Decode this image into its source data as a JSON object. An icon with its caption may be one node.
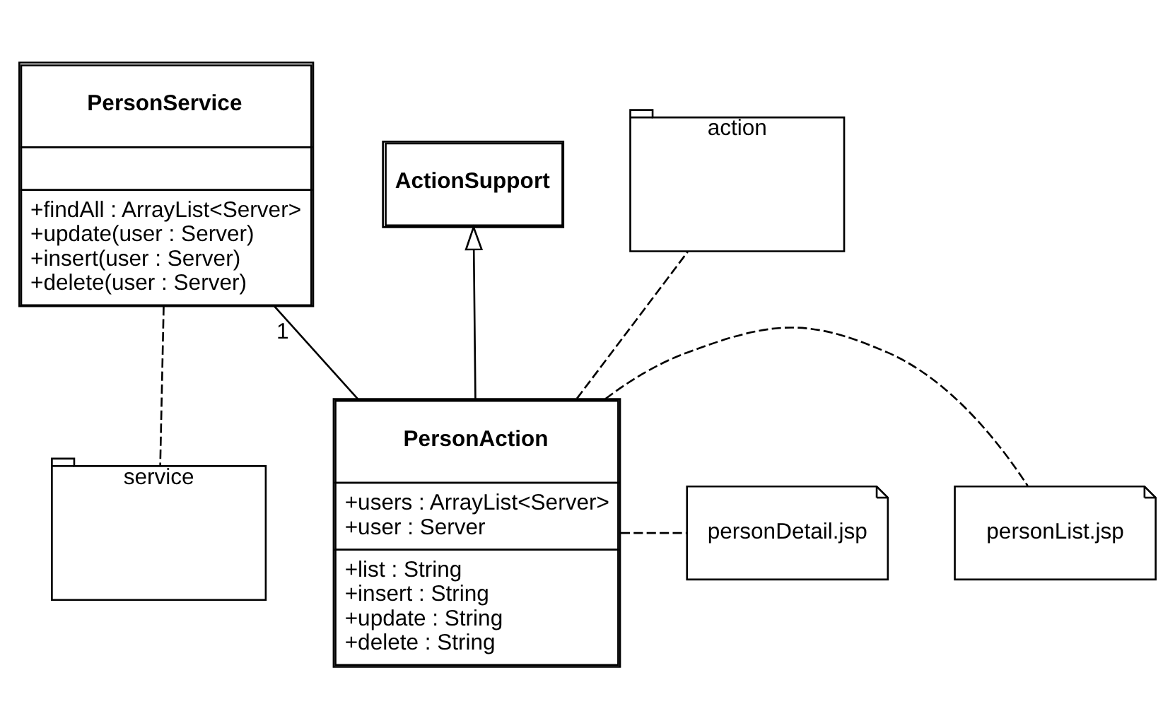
{
  "diagram": {
    "nodes": [
      {
        "text": [
          "PersonService",
          "+findAll : ArrayList<Server>",
          "+update(user : Server)",
          "+insert(user : Server)",
          "+delete(user : Server)"
        ]
      },
      {
        "text": [
          "ActionSupport"
        ]
      },
      {
        "text": [
          "action"
        ]
      },
      {
        "text": [
          "service"
        ]
      },
      {
        "text": [
          "PersonAction",
          "+users : ArrayList<Server>",
          "+user : Server",
          "+list : String",
          "+insert : String",
          "+update : String",
          "+delete : String"
        ]
      },
      {
        "text": [
          "personDetail.jsp"
        ]
      },
      {
        "text": [
          "personList.jsp"
        ]
      }
    ],
    "edges": [
      {
        "from": 0,
        "to": 3,
        "arrow": "none",
        "style": "dashed"
      },
      {
        "from": 0,
        "to": 4,
        "arrow": "none",
        "label": "1"
      },
      {
        "from": 4,
        "to": 1,
        "arrow": "to"
      },
      {
        "from": 4,
        "to": 2,
        "arrow": "none",
        "style": "dashed"
      },
      {
        "from": 4,
        "to": 5,
        "arrow": "none",
        "style": "dashed"
      },
      {
        "from": 4,
        "to": 6,
        "arrow": "none",
        "style": "dashed"
      }
    ]
  }
}
